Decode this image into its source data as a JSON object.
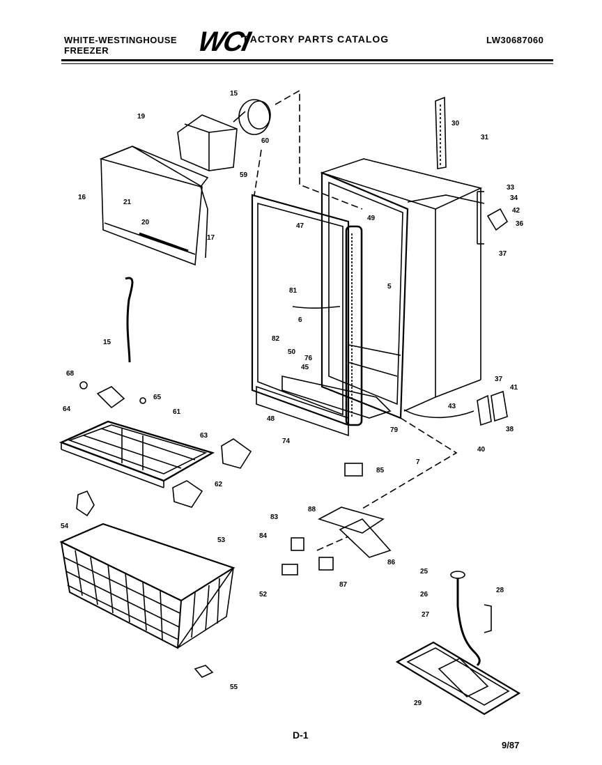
{
  "header": {
    "brand_line1": "WHITE-WESTINGHOUSE",
    "brand_line2": "FREEZER",
    "logo_text": "WCI",
    "catalog_title": "FACTORY PARTS CATALOG",
    "model_number": "LW30687060"
  },
  "footer": {
    "page_label": "D-1",
    "date": "9/87"
  },
  "callouts": [
    {
      "id": "c-15a",
      "label": "15"
    },
    {
      "id": "c-19",
      "label": "19"
    },
    {
      "id": "c-60",
      "label": "60"
    },
    {
      "id": "c-59",
      "label": "59"
    },
    {
      "id": "c-30",
      "label": "30"
    },
    {
      "id": "c-31",
      "label": "31"
    },
    {
      "id": "c-16",
      "label": "16"
    },
    {
      "id": "c-21",
      "label": "21"
    },
    {
      "id": "c-20",
      "label": "20"
    },
    {
      "id": "c-17",
      "label": "17"
    },
    {
      "id": "c-47",
      "label": "47"
    },
    {
      "id": "c-49",
      "label": "49"
    },
    {
      "id": "c-33",
      "label": "33"
    },
    {
      "id": "c-34",
      "label": "34"
    },
    {
      "id": "c-42",
      "label": "42"
    },
    {
      "id": "c-36",
      "label": "36"
    },
    {
      "id": "c-37a",
      "label": "37"
    },
    {
      "id": "c-5",
      "label": "5"
    },
    {
      "id": "c-81",
      "label": "81"
    },
    {
      "id": "c-6",
      "label": "6"
    },
    {
      "id": "c-82",
      "label": "82"
    },
    {
      "id": "c-15b",
      "label": "15"
    },
    {
      "id": "c-50",
      "label": "50"
    },
    {
      "id": "c-76",
      "label": "76"
    },
    {
      "id": "c-45",
      "label": "45"
    },
    {
      "id": "c-68",
      "label": "68"
    },
    {
      "id": "c-64",
      "label": "64"
    },
    {
      "id": "c-65",
      "label": "65"
    },
    {
      "id": "c-61",
      "label": "61"
    },
    {
      "id": "c-37b",
      "label": "37"
    },
    {
      "id": "c-41",
      "label": "41"
    },
    {
      "id": "c-43",
      "label": "43"
    },
    {
      "id": "c-38",
      "label": "38"
    },
    {
      "id": "c-40",
      "label": "40"
    },
    {
      "id": "c-48",
      "label": "48"
    },
    {
      "id": "c-79",
      "label": "79"
    },
    {
      "id": "c-74",
      "label": "74"
    },
    {
      "id": "c-7",
      "label": "7"
    },
    {
      "id": "c-63",
      "label": "63"
    },
    {
      "id": "c-62",
      "label": "62"
    },
    {
      "id": "c-85",
      "label": "85"
    },
    {
      "id": "c-54",
      "label": "54"
    },
    {
      "id": "c-83",
      "label": "83"
    },
    {
      "id": "c-88",
      "label": "88"
    },
    {
      "id": "c-84",
      "label": "84"
    },
    {
      "id": "c-86",
      "label": "86"
    },
    {
      "id": "c-87",
      "label": "87"
    },
    {
      "id": "c-53",
      "label": "53"
    },
    {
      "id": "c-52",
      "label": "52"
    },
    {
      "id": "c-25",
      "label": "25"
    },
    {
      "id": "c-26",
      "label": "26"
    },
    {
      "id": "c-28",
      "label": "28"
    },
    {
      "id": "c-27",
      "label": "27"
    },
    {
      "id": "c-29",
      "label": "29"
    },
    {
      "id": "c-55",
      "label": "55"
    }
  ]
}
